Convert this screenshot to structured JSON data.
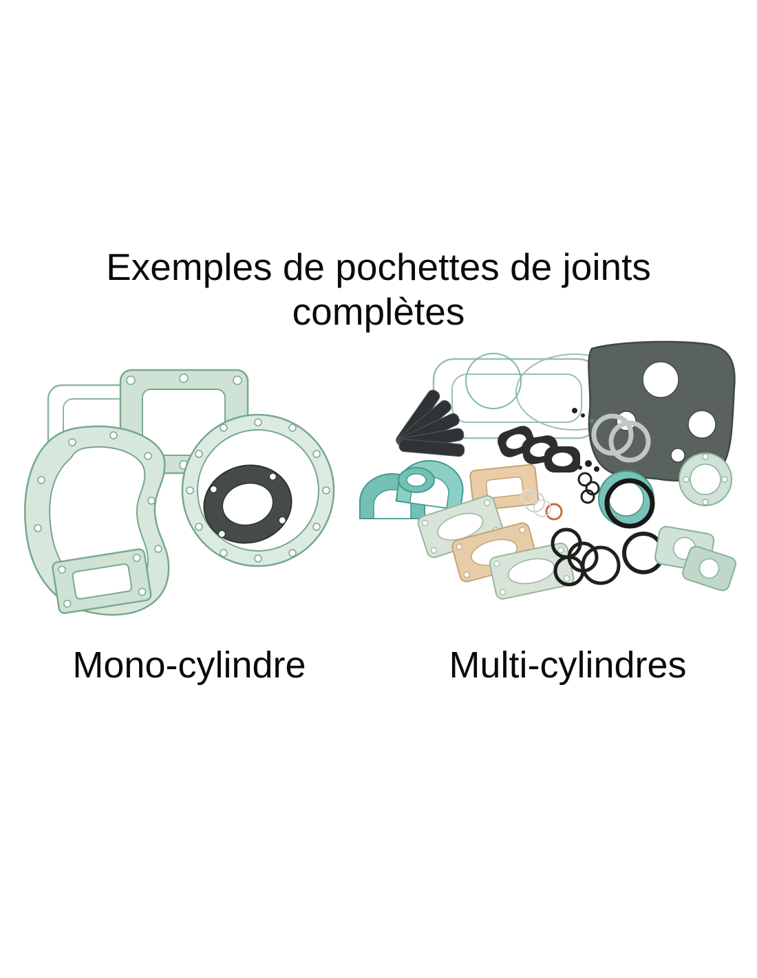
{
  "title": {
    "line1": "Exemples de pochettes de joints",
    "line2": "complètes"
  },
  "figures": {
    "left": {
      "label": "Mono-cylindre",
      "image_name": "mono-cylinder-gasket-kit-photo"
    },
    "right": {
      "label": "Multi-cylindres",
      "image_name": "multi-cylinder-gasket-kit-photo"
    }
  },
  "colors": {
    "background": "#ffffff",
    "text": "#0a0a0a",
    "gasket_green_light": "#cfe2d5",
    "gasket_green_stroke": "#79aa90",
    "gasket_teal": "#74c0b5",
    "gasket_teal_stroke": "#3f9a8e",
    "gasket_tan": "#e8cda6",
    "gasket_tan_stroke": "#c7a276",
    "gasket_dark": "#454c48",
    "oring_black": "#1f1f1f",
    "metal_silver": "#c2c6c6"
  }
}
